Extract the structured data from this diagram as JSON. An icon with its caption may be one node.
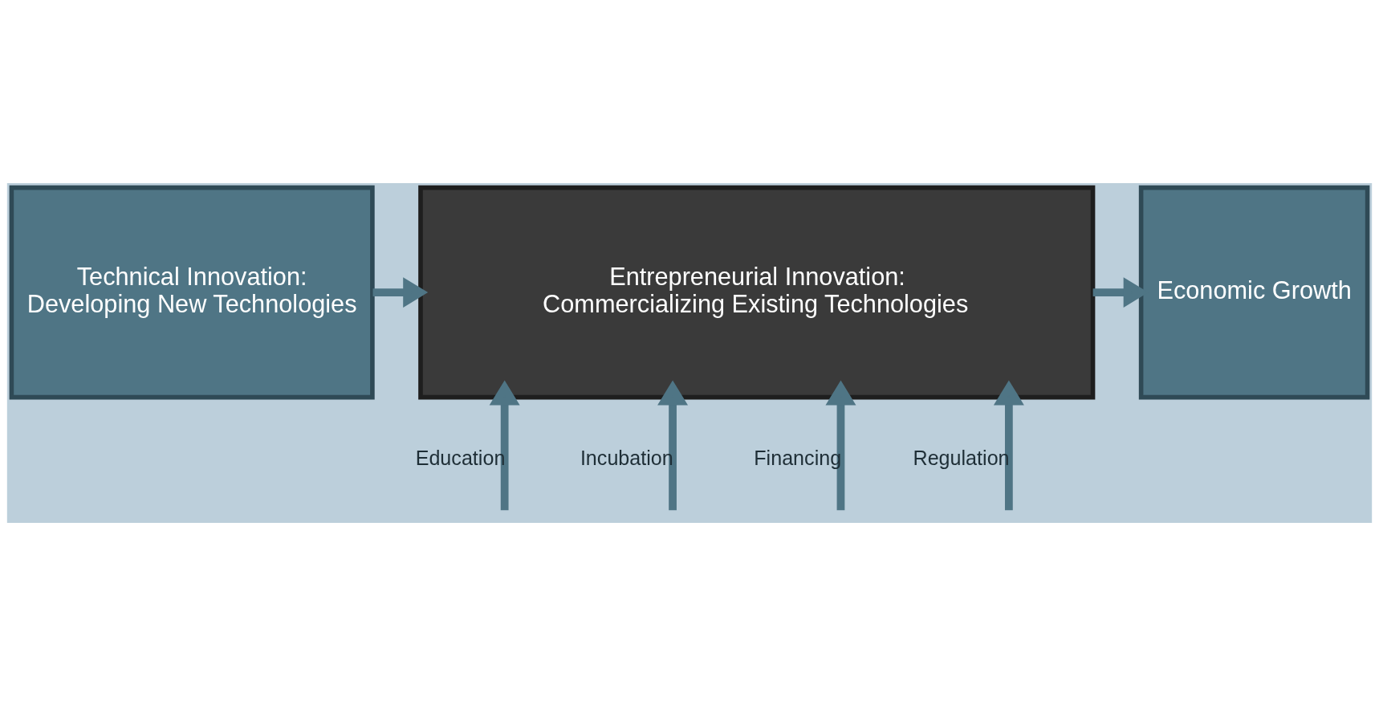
{
  "diagram": {
    "nodes": [
      {
        "text": [
          "Technical Innovation:",
          "Developing New Technologies"
        ]
      },
      {
        "text": [
          "Entrepreneurial Innovation:",
          "Commercializing Existing Technologies"
        ]
      },
      {
        "text": [
          "Economic Growth"
        ]
      }
    ],
    "edges": [
      {
        "from": 0,
        "to": 1,
        "arrow": "to"
      },
      {
        "from": 1,
        "to": 2,
        "arrow": "to"
      },
      {
        "from": null,
        "to": 1,
        "arrow": "to",
        "label": "Education"
      },
      {
        "from": null,
        "to": 1,
        "arrow": "to",
        "label": "Incubation"
      },
      {
        "from": null,
        "to": 1,
        "arrow": "to",
        "label": "Financing"
      },
      {
        "from": null,
        "to": 1,
        "arrow": "to",
        "label": "Regulation"
      }
    ]
  }
}
